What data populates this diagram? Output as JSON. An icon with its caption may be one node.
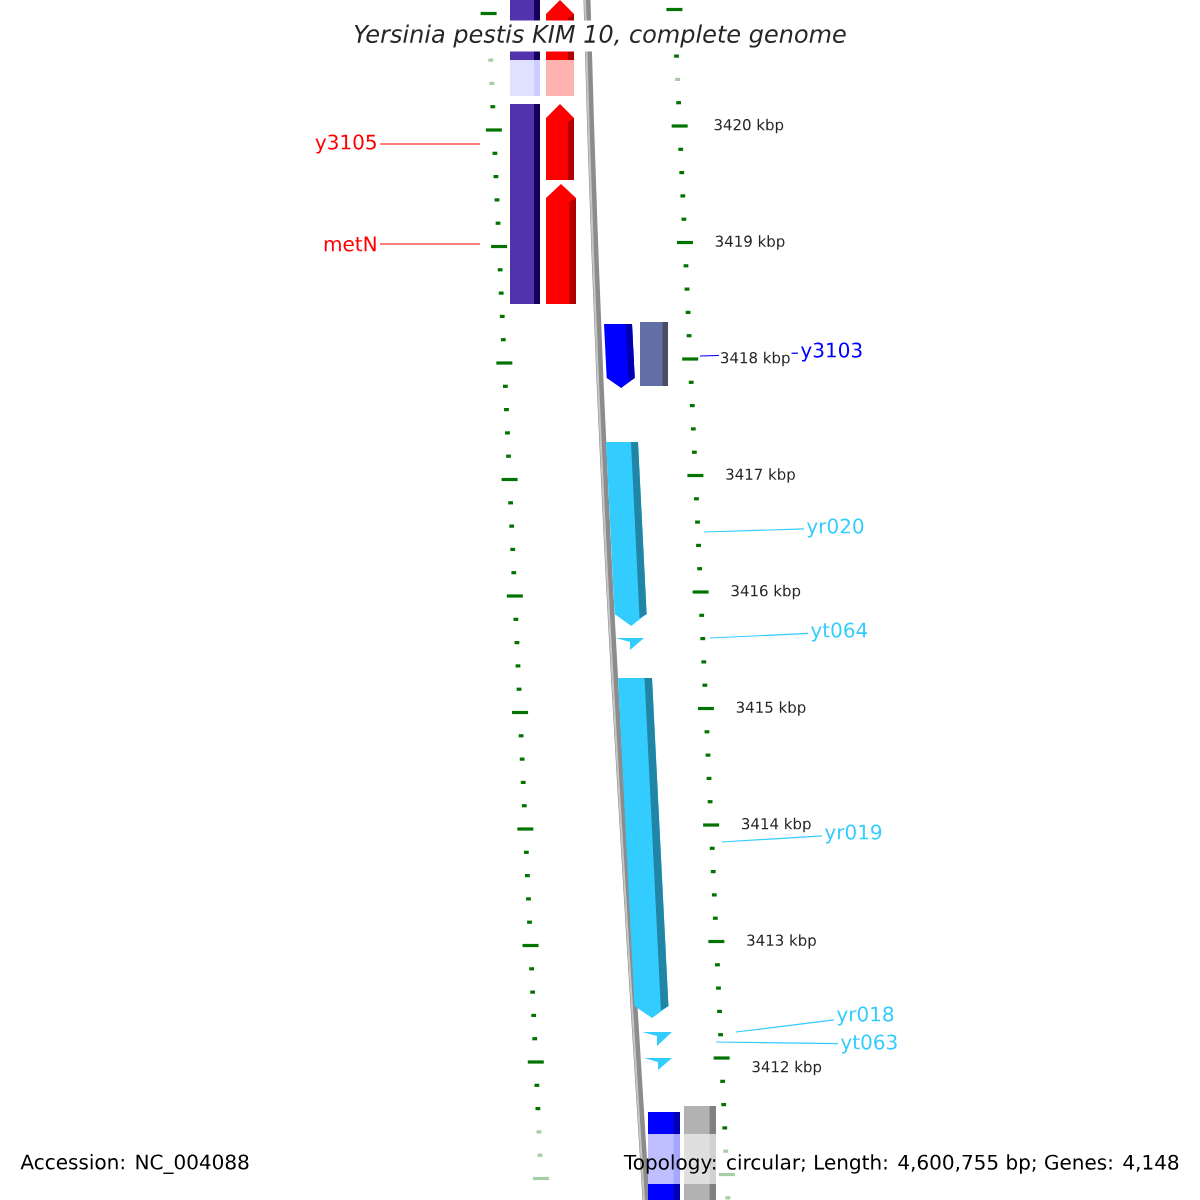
{
  "diagram": {
    "title": "*Yersinia pestis* KIM 10, complete genome",
    "nodes": [
      {
        "text": [
          "y3105"
        ]
      },
      {
        "text": [
          "metN"
        ]
      },
      {
        "text": [
          "y3103"
        ]
      },
      {
        "text": [
          "yr020"
        ]
      },
      {
        "text": [
          "yt064"
        ]
      },
      {
        "text": [
          "yr019"
        ]
      },
      {
        "text": [
          "yr018"
        ]
      },
      {
        "text": [
          "yt063"
        ]
      }
    ],
    "edges": [
      {
        "from": 0,
        "to": null,
        "arrow": "none",
        "color": "#ff0000"
      },
      {
        "from": 1,
        "to": null,
        "arrow": "none",
        "color": "#ff0000"
      },
      {
        "from": 2,
        "to": null,
        "arrow": "none",
        "color": "#0000ff"
      },
      {
        "from": 3,
        "to": null,
        "arrow": "none"
      },
      {
        "from": 4,
        "to": null,
        "arrow": "none"
      },
      {
        "from": 5,
        "to": null,
        "arrow": "none"
      },
      {
        "from": 6,
        "to": null,
        "arrow": "none"
      },
      {
        "from": 7,
        "to": null,
        "arrow": "none"
      }
    ],
    "labels": [
      "3420 kbp",
      "3419 kbp",
      "3418 kbp",
      "3417 kbp",
      "3416 kbp",
      "3415 kbp",
      "3414 kbp",
      "3413 kbp",
      "3412 kbp",
      "Accession: NC_004088",
      "Topology: circular; Length: 4,600,755 bp; Genes: 4,148"
    ]
  }
}
